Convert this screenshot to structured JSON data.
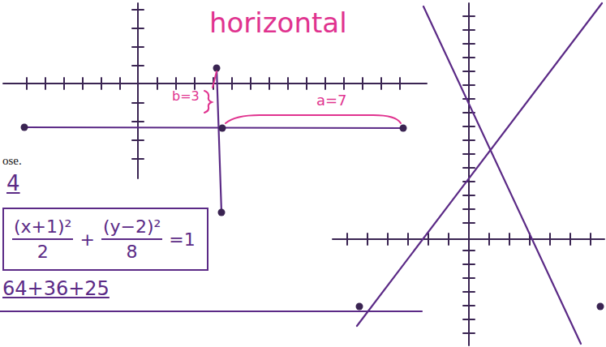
{
  "diagram": {
    "nodes": [
      {
        "text": [
          "(x+1)²",
          "2",
          "+",
          "(y−2)²",
          "8",
          "=1"
        ]
      }
    ],
    "labels": [
      "horizontal",
      "b=3",
      "a=7",
      "ose.",
      "4",
      "64+36+25"
    ]
  }
}
